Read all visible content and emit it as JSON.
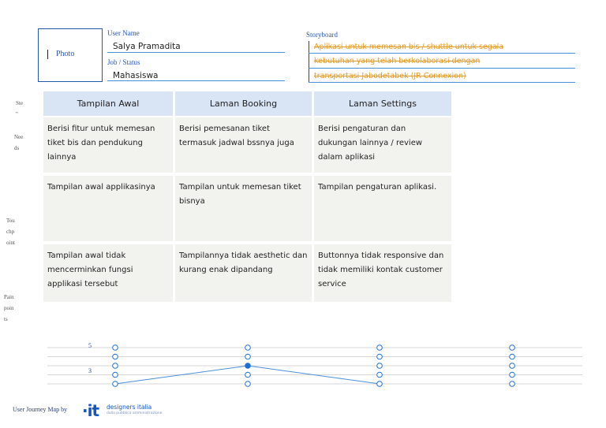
{
  "profile": {
    "photo_label": "Photo",
    "user_name_label": "User Name",
    "user_name": "Salya Pramadita",
    "job_label": "Job / Status",
    "job": "Mahasiswa"
  },
  "storyboard": {
    "label": "Storyboard",
    "lines": [
      "Aplikasi untuk memesan bis / shuttle untuk segala",
      "kebutuhan yang telah berkolaborasi dengan",
      "transportasi Jabodetabek (JR Connexion)"
    ]
  },
  "side_labels": {
    "stages": [
      "Ste",
      "\""
    ],
    "needs": [
      "Nee",
      "ds"
    ],
    "touchpoint": [
      "Tou",
      "chp",
      "oint"
    ],
    "painpoints": [
      "Pain",
      "poin",
      "ts"
    ]
  },
  "columns": [
    {
      "header": "Tampilan Awal",
      "needs": "Berisi fitur untuk memesan tiket bis dan pendukung lainnya",
      "touchpoint": "Tampilan awal applikasinya",
      "painpoint": "Tampilan awal tidak mencerminkan fungsi applikasi tersebut"
    },
    {
      "header": "Laman Booking",
      "needs": "Berisi pemesanan tiket termasuk jadwal bssnya juga",
      "touchpoint": "Tampilan untuk memesan tiket bisnya",
      "painpoint": "Tampilannya tidak aesthetic dan kurang enak dipandang"
    },
    {
      "header": "Laman Settings",
      "needs": "Berisi pengaturan dan dukungan lainnya / review dalam aplikasi",
      "touchpoint": "Tampilan pengaturan aplikasi.",
      "painpoint": "Buttonnya tidak responsive dan tidak memiliki kontak customer service"
    }
  ],
  "chart_data": {
    "type": "line",
    "tick_labels": [
      "5",
      "3"
    ],
    "ylim": [
      1,
      5
    ],
    "x": [
      1,
      2,
      3,
      4
    ],
    "levels": [
      5,
      4,
      3,
      2,
      1
    ],
    "selected": [
      1,
      3,
      1,
      null
    ],
    "colors": {
      "line": "#4a90d9",
      "marker": "#1a6fd6",
      "grid": "#c8c8c8"
    }
  },
  "footer": {
    "text": "User Journey Map by",
    "logo_mark": "·it",
    "logo_name": "designers italia",
    "logo_sub": "dalla pubblica amministrazione"
  }
}
